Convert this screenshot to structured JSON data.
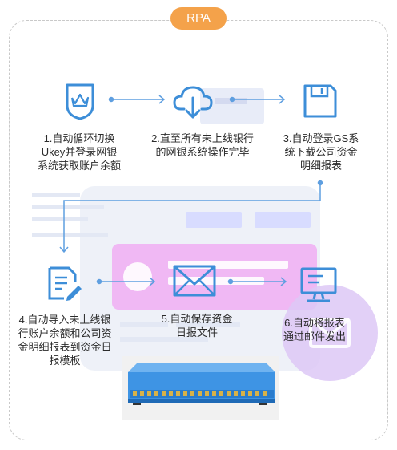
{
  "badge": {
    "label": "RPA"
  },
  "steps": [
    {
      "label": "1.自动循环切换\nUkey并登录网银\n系统获取账户余额",
      "icon": "ukey-shield-icon"
    },
    {
      "label": "2.直至所有未上线银行\n的网银系统操作完毕",
      "icon": "cloud-download-icon"
    },
    {
      "label": "3.自动登录GS系\n统下载公司资金\n明细报表",
      "icon": "floppy-disk-icon"
    },
    {
      "label": "4.自动导入未上线银\n行账户余额和公司资\n金明细报表到资金日\n报模板",
      "icon": "document-edit-icon"
    },
    {
      "label": "5.自动保存资金\n日报文件",
      "icon": "envelope-icon"
    },
    {
      "label": "6.自动将报表\n通过邮件发出",
      "icon": "monitor-icon"
    }
  ],
  "colors": {
    "accent": "#f4a24a",
    "icon_blue": "#3d8ed8",
    "arrow_blue": "#5f9fe0"
  }
}
